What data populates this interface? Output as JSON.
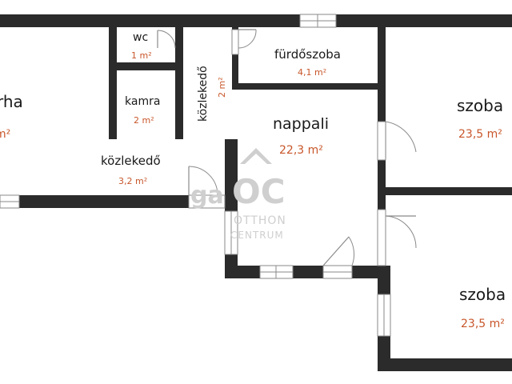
{
  "rooms": {
    "wc": {
      "name": "wc",
      "area": "1 m²"
    },
    "kamra": {
      "name": "kamra",
      "area": "2 m²"
    },
    "furdoszoba": {
      "name": "fürdőszoba",
      "area": "4,1 m²"
    },
    "kozlekedo_vertical": {
      "name": "közlekedő",
      "area": "2 m²"
    },
    "nappali": {
      "name": "nappali",
      "area": "22,3 m²"
    },
    "kozlekedo": {
      "name": "közlekedő",
      "area": "3,2 m²"
    },
    "szoba_top": {
      "name": "szoba",
      "area": "23,5 m²"
    },
    "szoba_bottom": {
      "name": "szoba",
      "area": "23,5 m²"
    },
    "konyha_partial": {
      "name": "rha",
      "area": "m²"
    }
  },
  "watermark": {
    "brand_short": "ga",
    "brand_mark": "OC",
    "line1": "OTTHON",
    "line2": "CENTRUM"
  },
  "colors": {
    "wall": "#2b2b2b",
    "area_text": "#c8562a",
    "name_text": "#1a1a1a",
    "watermark": "#cfcfcf"
  }
}
